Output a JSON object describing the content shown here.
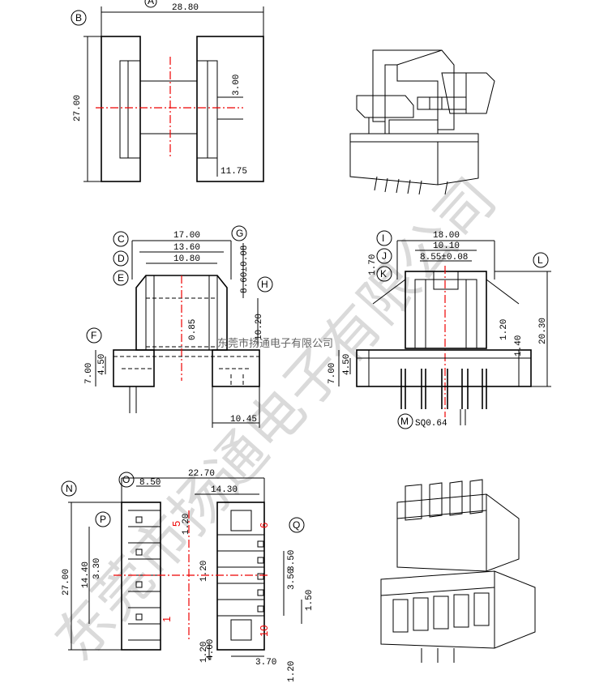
{
  "labels": {
    "A": "A",
    "B": "B",
    "C": "C",
    "D": "D",
    "E": "E",
    "F": "F",
    "G": "G",
    "H": "H",
    "I": "I",
    "J": "J",
    "K": "K",
    "L": "L",
    "M": "M",
    "N": "N",
    "O": "O",
    "P": "P",
    "Q": "Q"
  },
  "top_view": {
    "width": "28.80",
    "height": "27.00",
    "slot": "3.00",
    "flange": "11.75"
  },
  "front_view": {
    "w1": "17.00",
    "w2": "13.60",
    "w3": "10.80",
    "h_tol": "8.60±0.08",
    "h2": "10.20",
    "core": "0.85",
    "base_h": "7.00",
    "base_h2": "4.50",
    "base_w": "10.45"
  },
  "side_view": {
    "w1": "18.00",
    "w2": "10.10",
    "w3": "8.55±0.08",
    "top": "1.70",
    "h1": "1.20",
    "h2": "1.40",
    "total": "20.30",
    "base_h": "7.00",
    "base_h2": "4.50",
    "pin": "SQ0.64"
  },
  "bottom_view": {
    "w_total": "22.70",
    "w1": "8.50",
    "w2": "14.30",
    "h_total": "27.00",
    "h1": "14.40",
    "h2": "3.30",
    "pitch_a": "1.20",
    "pitch_b": "1.20",
    "pitch_c": "1.20",
    "r1": "3.50",
    "r2": "3.50",
    "r3": "1.50",
    "bot1": "4.00",
    "bot2": "3.70",
    "bot3": "1.20",
    "pin_5": "5",
    "pin_6": "6",
    "pin_1": "1",
    "pin_10": "10"
  },
  "watermark_line": "东莞市扬通电子有限公司",
  "watermark_big": "东莞市扬通电子有限公司"
}
